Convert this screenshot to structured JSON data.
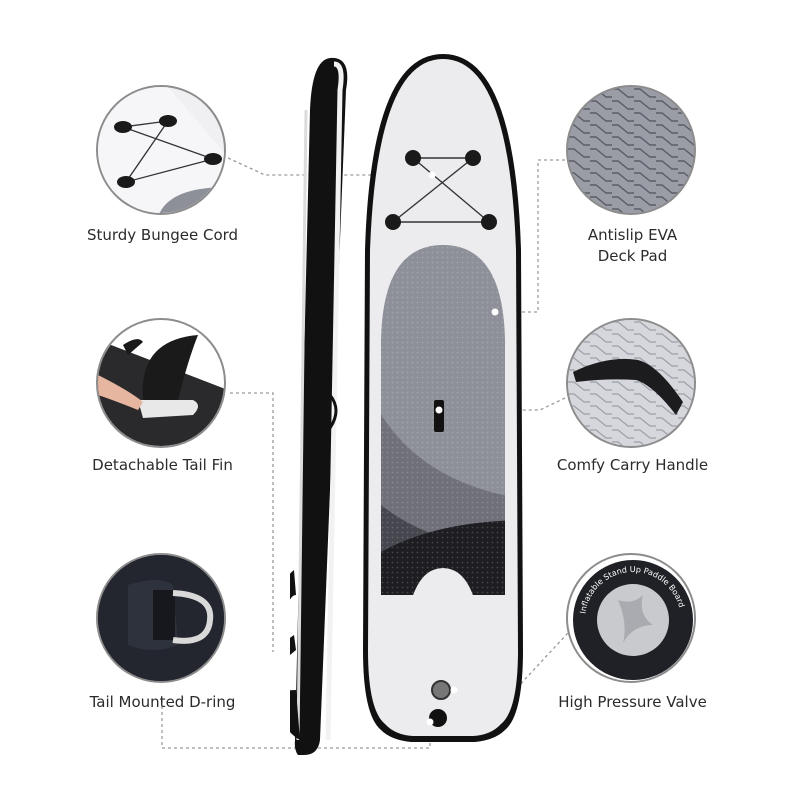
{
  "features": [
    {
      "id": "bungee",
      "label": "Sturdy Bungee Cord",
      "side": "left"
    },
    {
      "id": "tail-fin",
      "label": "Detachable Tail Fin",
      "side": "left"
    },
    {
      "id": "d-ring",
      "label": "Tail Mounted D-ring",
      "side": "left"
    },
    {
      "id": "deck-pad",
      "label_line1": "Antislip EVA",
      "label_line2": "Deck Pad",
      "side": "right"
    },
    {
      "id": "carry-handle",
      "label": "Comfy Carry Handle",
      "side": "right"
    },
    {
      "id": "valve",
      "label": "High Pressure Valve",
      "side": "right"
    }
  ],
  "valve_ring_text": "Inflatable Stand Up Paddle Board",
  "colors": {
    "board_outline": "#1a1a1a",
    "board_deck": "#ececef",
    "pad_light": "#8e9099",
    "pad_mid": "#6f7079",
    "pad_dark": "#45464e",
    "pad_black": "#1e1e22",
    "leader_line": "#9a9a9a"
  }
}
